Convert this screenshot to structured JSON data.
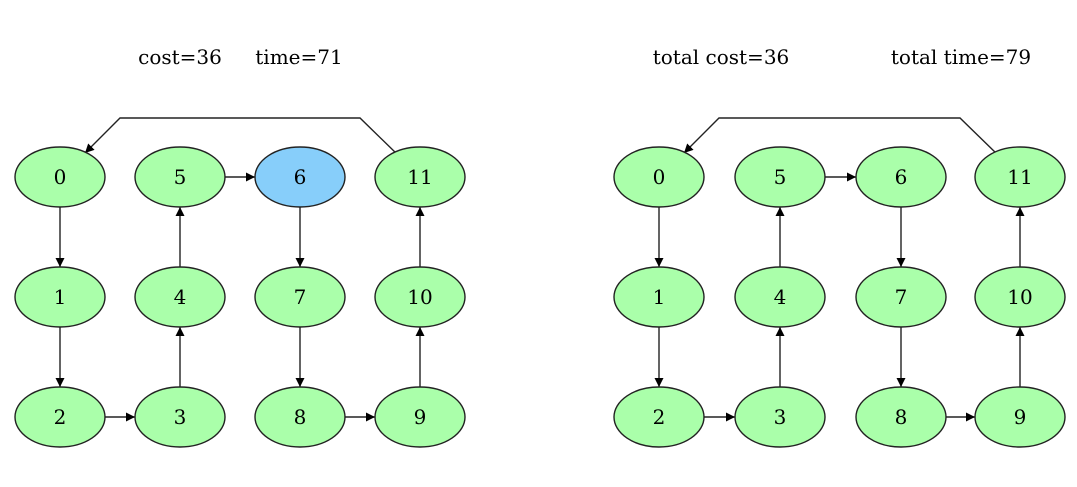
{
  "colors": {
    "node_fill": "#aaffaa",
    "node_fill_highlight": "#87cefa",
    "stroke": "#222222",
    "background": "#ffffff"
  },
  "panels": [
    {
      "title_parts": [
        "cost=36",
        "time=71"
      ],
      "highlighted_node": "6",
      "nodes": [
        "0",
        "1",
        "2",
        "3",
        "4",
        "5",
        "6",
        "7",
        "8",
        "9",
        "10",
        "11"
      ],
      "edges": [
        [
          "0",
          "1"
        ],
        [
          "1",
          "2"
        ],
        [
          "2",
          "3"
        ],
        [
          "3",
          "4"
        ],
        [
          "4",
          "5"
        ],
        [
          "5",
          "6"
        ],
        [
          "6",
          "7"
        ],
        [
          "7",
          "8"
        ],
        [
          "8",
          "9"
        ],
        [
          "9",
          "10"
        ],
        [
          "10",
          "11"
        ],
        [
          "11",
          "0"
        ]
      ]
    },
    {
      "title_parts": [
        "total cost=36",
        "total time=79"
      ],
      "highlighted_node": null,
      "nodes": [
        "0",
        "1",
        "2",
        "3",
        "4",
        "5",
        "6",
        "7",
        "8",
        "9",
        "10",
        "11"
      ],
      "edges": [
        [
          "0",
          "1"
        ],
        [
          "1",
          "2"
        ],
        [
          "2",
          "3"
        ],
        [
          "3",
          "4"
        ],
        [
          "4",
          "5"
        ],
        [
          "5",
          "6"
        ],
        [
          "6",
          "7"
        ],
        [
          "7",
          "8"
        ],
        [
          "8",
          "9"
        ],
        [
          "9",
          "10"
        ],
        [
          "10",
          "11"
        ],
        [
          "11",
          "0"
        ]
      ]
    }
  ]
}
